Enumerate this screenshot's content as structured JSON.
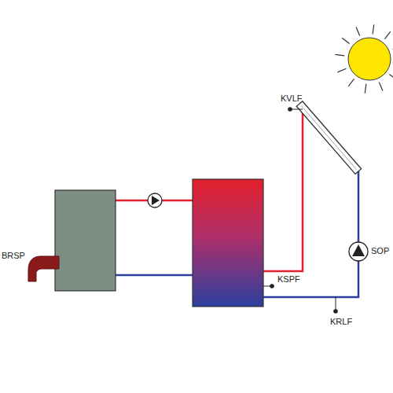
{
  "diagram": {
    "labels": [
      "KVLF",
      "BRSP",
      "KSPF",
      "SOP",
      "KRLF"
    ]
  }
}
